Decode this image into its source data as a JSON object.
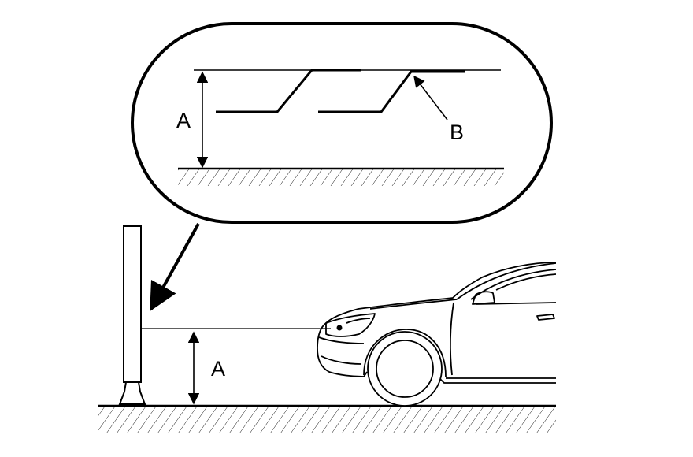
{
  "labels": {
    "callout_height": "A",
    "callout_point": "B",
    "ground_height": "A"
  },
  "colors": {
    "line": "#000000",
    "background": "#ffffff"
  }
}
